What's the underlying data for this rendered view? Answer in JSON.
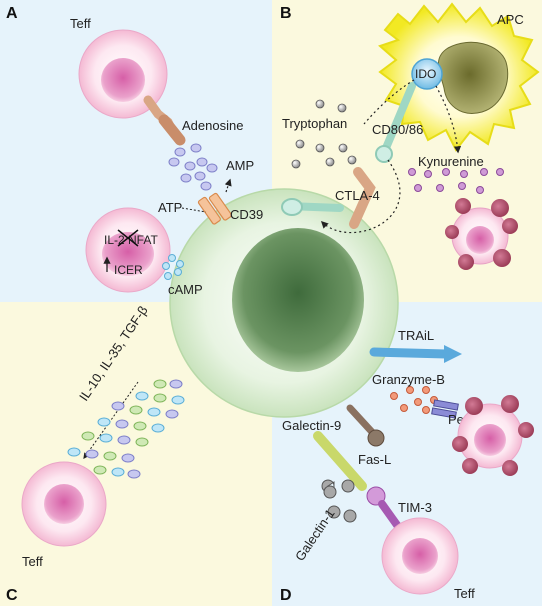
{
  "panels": {
    "a": "A",
    "b": "B",
    "c": "C",
    "d": "D"
  },
  "labels": {
    "teff_top": "Teff",
    "adenosine": "Adenosine",
    "amp": "AMP",
    "atp": "ATP",
    "cd39": "CD39",
    "il2": "IL-2",
    "nfat": "NFAT",
    "icer": "ICER",
    "camp": "cAMP",
    "apc": "APC",
    "ido": "IDO",
    "tryptophan": "Tryptophan",
    "cd80_86": "CD80/86",
    "kynurenine": "Kynurenine",
    "ctla4": "CTLA-4",
    "cytokines": "IL-10, IL-35, TGF-β",
    "teff_left": "Teff",
    "trail": "TRAiL",
    "granzyme_b": "Granzyme-B",
    "perforin": "Perforin",
    "galectin9": "Galectin-9",
    "fasl": "Fas-L",
    "galectin1": "Galectin-1",
    "tim3": "TIM-3",
    "teff_bottom": "Teff"
  },
  "colors": {
    "panel_a_bg": "#e6f3fb",
    "panel_b_bg": "#fbf9de",
    "panel_c_bg": "#fbf9de",
    "panel_d_bg": "#e6f3fb",
    "treg_cell": "#d9ecd0",
    "treg_nucleus": "#6f9566",
    "teff_cell": "#f9d6e6",
    "teff_nucleus": "#e79ac6",
    "apc_glow": "#f4ee3a",
    "apc_nucleus": "#9a9a4a",
    "ido": "#8ecbe9",
    "target_cell": "#b04e6a"
  }
}
